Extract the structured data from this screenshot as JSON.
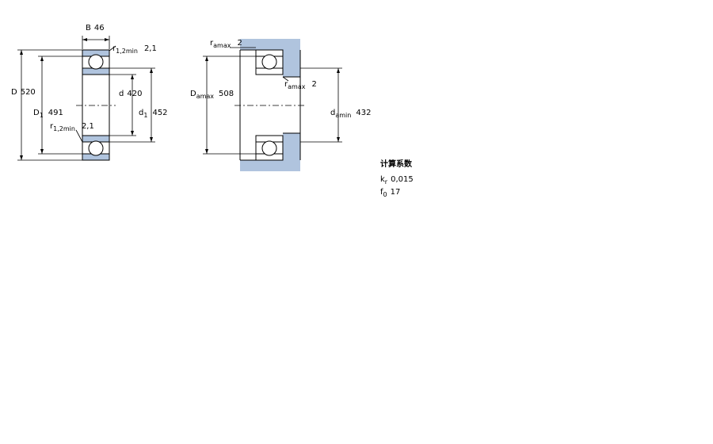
{
  "colors": {
    "bearing_fill": "#b0c4de",
    "housing_fill": "#b0c4de",
    "line": "#000000"
  },
  "left_view": {
    "B": {
      "sym": "B",
      "val": "46"
    },
    "D": {
      "sym": "D",
      "val": "520"
    },
    "D1": {
      "sym": "D",
      "sub": "1",
      "val": "491"
    },
    "d": {
      "sym": "d",
      "val": "420"
    },
    "d1": {
      "sym": "d",
      "sub": "1",
      "val": "452"
    },
    "r_top": {
      "sym": "r",
      "sub": "1,2min",
      "val": "2,1"
    },
    "r_bottom": {
      "sym": "r",
      "sub": "1,2min",
      "val": "2,1"
    }
  },
  "right_view": {
    "ra_top": {
      "sym": "r",
      "sub": "amax",
      "val": "2"
    },
    "ra_mid": {
      "sym": "r",
      "sub": "amax",
      "val": "2"
    },
    "Da": {
      "sym": "D",
      "sub": "amax",
      "val": "508"
    },
    "da": {
      "sym": "d",
      "sub": "amin",
      "val": "432"
    }
  },
  "calc": {
    "title": "计算系数",
    "kr": {
      "sym": "k",
      "sub": "r",
      "val": "0,015"
    },
    "f0": {
      "sym": "f",
      "sub": "0",
      "val": "17"
    }
  }
}
